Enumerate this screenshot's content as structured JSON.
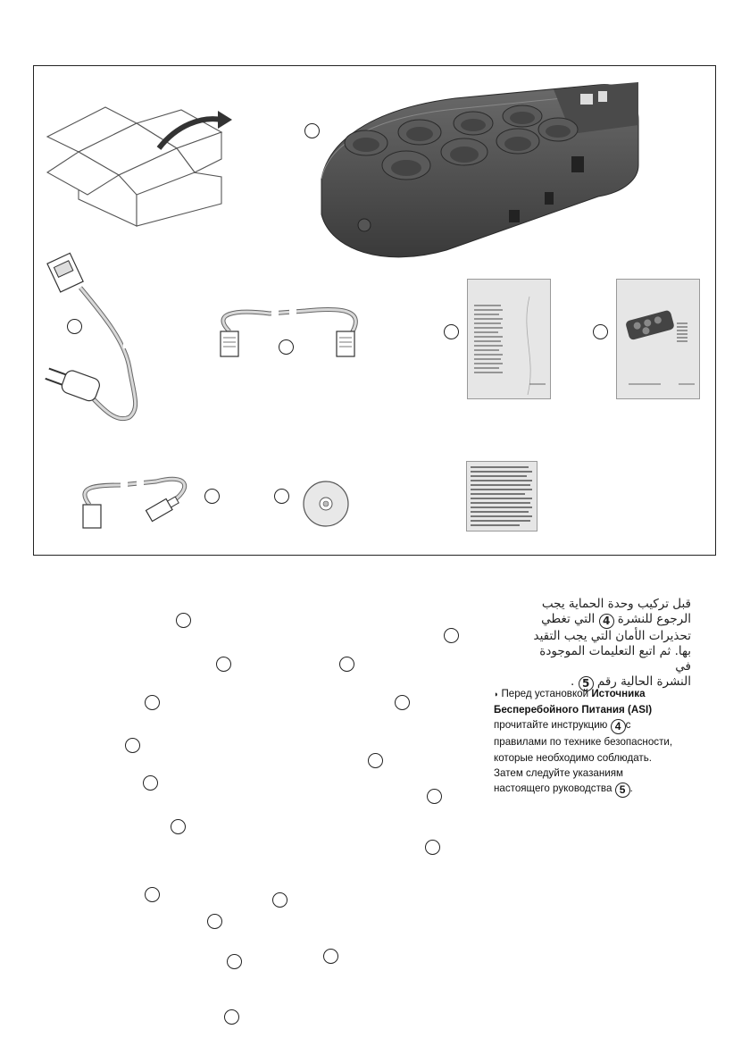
{
  "arabic_note": {
    "line1": "قبل تركيب وحدة الحماية يجب",
    "line2a": "الرجوع للنشرة",
    "ref_a": "4",
    "line2b": "التي تغطي",
    "line3": "تحذيرات الأمان التي يجب التقيد",
    "line4": "بها. ثم اتبع التعليمات الموجودة في",
    "line5": "النشرة الحالية رقم",
    "ref_b": "5"
  },
  "russian_note": {
    "bullet": "◗",
    "intro": "Перед установкой",
    "bold_1": "Источника",
    "bold_2": "Бесперебойного Питания (ASI)",
    "read_prefix": "прочитайте инструкцию",
    "ref_a": "4",
    "read_suffix": "с",
    "line_3": "правилами по технике безопасности,",
    "line_4": "которые необходимо соблюдать.",
    "line_5": "Затем следуйте указаниям",
    "line_6_prefix": "настоящего руководства",
    "ref_b": "5",
    "line_6_suffix": "."
  },
  "icons": {
    "box": "open-box-icon",
    "ups": "ups-device-icon",
    "power_cord": "power-cord-icon",
    "network_cable": "rj45-cable-icon",
    "usb_cable": "usb-cable-icon",
    "cd": "cd-rom-icon",
    "safety_leaflet": "safety-leaflet-icon",
    "installation_leaflet": "installation-leaflet-icon",
    "text_leaflet": "text-leaflet-icon"
  }
}
